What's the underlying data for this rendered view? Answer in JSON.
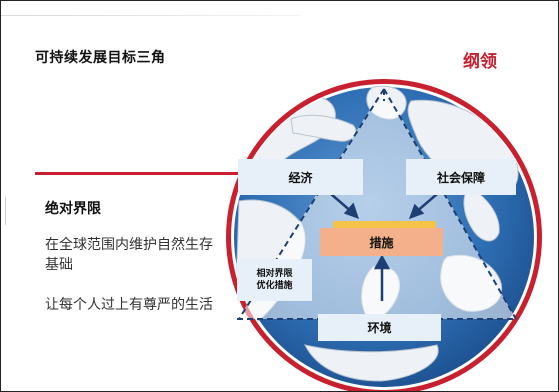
{
  "header": {
    "title": "可持续发展目标三角",
    "tag": "纲领"
  },
  "left": {
    "section_title": "绝对界限",
    "paragraphs": [
      "在全球范围内维护自然生存基础",
      "让每个人过上有尊严的生活"
    ]
  },
  "diagram": {
    "economy": "经济",
    "social": "社会保障",
    "measures": "措施",
    "relative_line1": "相对界限",
    "relative_line2": "优化措施",
    "environment": "环境"
  },
  "colors": {
    "accent_red": "#c8202e",
    "ocean_blue": "#2f6fb5",
    "land_white": "#f2f5f8",
    "measure_orange": "#f3b08a",
    "bar_yellow": "#f5c24a"
  }
}
